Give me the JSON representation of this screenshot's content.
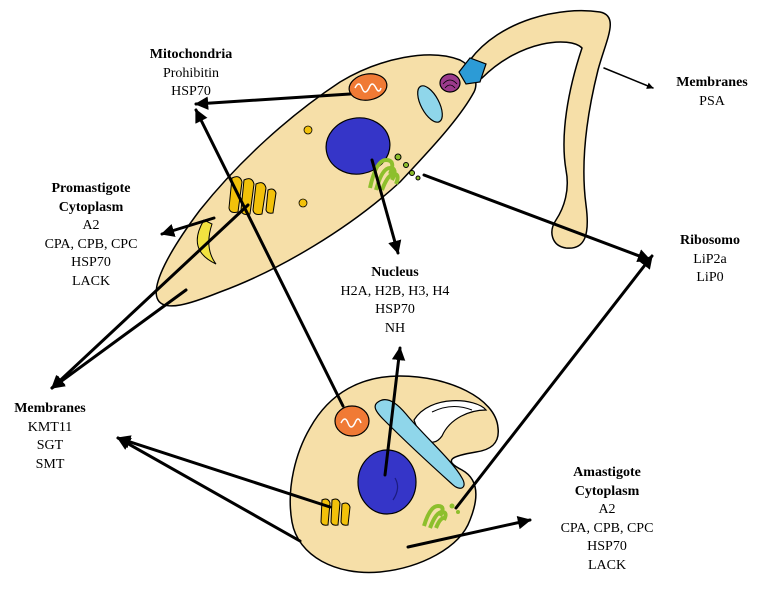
{
  "labels": {
    "mitochondria": {
      "title": "Mitochondria",
      "items": [
        "Prohibitin",
        "HSP70"
      ]
    },
    "membranes_flagellum": {
      "title": "Membranes",
      "items": [
        "PSA"
      ]
    },
    "promastigote_cytoplasm": {
      "title": "Promastigote Cytoplasm",
      "title_lines": [
        "Promastigote",
        "Cytoplasm"
      ],
      "items": [
        "A2",
        "CPA, CPB, CPC",
        "HSP70",
        "LACK"
      ]
    },
    "ribosome": {
      "title": "Ribosomo",
      "items": [
        "LiP2a",
        "LiP0"
      ]
    },
    "nucleus": {
      "title": "Nucleus",
      "items": [
        "H2A, H2B, H3, H4",
        "HSP70",
        "NH"
      ]
    },
    "membranes_left": {
      "title": "Membranes",
      "items": [
        "KMT11",
        "SGT",
        "SMT"
      ]
    },
    "amastigote_cytoplasm": {
      "title": "Amastigote Cytoplasm",
      "title_lines": [
        "Amastigote",
        "Cytoplasm"
      ],
      "items": [
        "A2",
        "CPA, CPB, CPC",
        "HSP70",
        "LACK"
      ]
    }
  },
  "colors": {
    "cell_fill": "#f6dfa8",
    "nucleus": "#3535c8",
    "mitochondria": "#f07a35",
    "kinetoplast_pocket": "#8fd6ea",
    "basal_body": "#2c9bd6",
    "kinetoplast": "#9b3a8c",
    "golgi": "#f2c10a",
    "endoplasmic": "#8dbf2c",
    "arrow": "#000000"
  }
}
